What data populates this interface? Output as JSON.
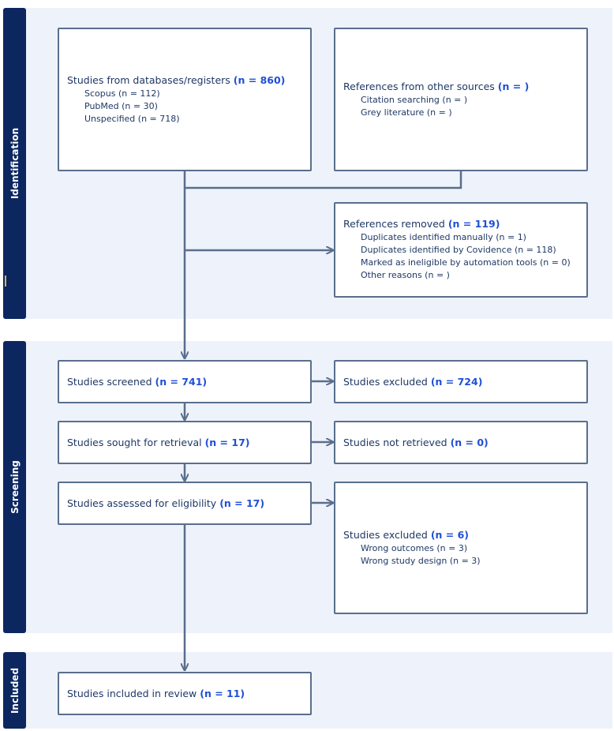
{
  "phases": {
    "identification": "Identification",
    "screening": "Screening",
    "included": "Included"
  },
  "identification": {
    "databases": {
      "title": "Studies from databases/registers",
      "count": "(n = 860)",
      "items": [
        "Scopus (n = 112)",
        "PubMed (n = 30)",
        "Unspecified (n = 718)"
      ]
    },
    "other_sources": {
      "title": "References from other sources",
      "count": "(n = )",
      "items": [
        "Citation searching (n = )",
        "Grey literature (n = )"
      ]
    },
    "removed": {
      "title": "References removed",
      "count": "(n = 119)",
      "items": [
        "Duplicates identified manually (n = 1)",
        "Duplicates identified by Covidence (n = 118)",
        "Marked as ineligible by automation tools (n = 0)",
        "Other reasons (n = )"
      ]
    }
  },
  "screening": {
    "screened": {
      "title": "Studies screened",
      "count": "(n = 741)"
    },
    "excluded": {
      "title": "Studies excluded",
      "count": "(n = 724)"
    },
    "sought": {
      "title": "Studies sought for retrieval",
      "count": "(n = 17)"
    },
    "not_retrieved": {
      "title": "Studies not retrieved",
      "count": "(n = 0)"
    },
    "assessed": {
      "title": "Studies assessed for eligibility",
      "count": "(n = 17)"
    },
    "excluded_eligibility": {
      "title": "Studies excluded",
      "count": "(n = 6)",
      "items": [
        "Wrong outcomes (n = 3)",
        "Wrong study design (n = 3)"
      ]
    }
  },
  "included": {
    "in_review": {
      "title": "Studies included in review",
      "count": "(n = 11)"
    }
  },
  "colors": {
    "phase_bar": "#0c2660",
    "band": "#eef2fb",
    "connector": "#5a6e8c",
    "count_accent": "#1f4fd6"
  }
}
